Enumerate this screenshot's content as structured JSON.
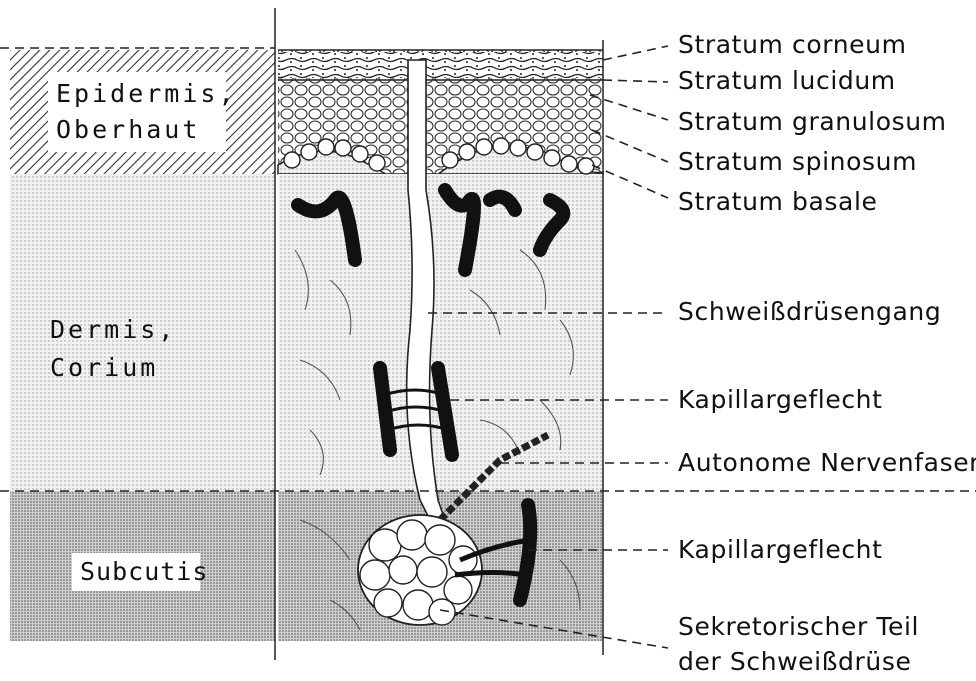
{
  "layers": {
    "epidermis": [
      "Epidermis,",
      "Oberhaut"
    ],
    "dermis": [
      "Dermis,",
      "Corium"
    ],
    "subcutis": "Subcutis"
  },
  "labels": {
    "stratum_corneum": "Stratum corneum",
    "stratum_lucidum": "Stratum lucidum",
    "stratum_granulosum": "Stratum granulosum",
    "stratum_spinosum": "Stratum spinosum",
    "stratum_basale": "Stratum basale",
    "schweissdruesengang": "Schweißdrüsengang",
    "kapillargeflecht_1": "Kapillargeflecht",
    "autonome_nervenfaser": "Autonome Nervenfaser",
    "kapillargeflecht_2": "Kapillargeflecht",
    "sekretorischer_teil_1": "Sekretorischer Teil",
    "sekretorischer_teil_2": "der Schweißdrüse"
  }
}
